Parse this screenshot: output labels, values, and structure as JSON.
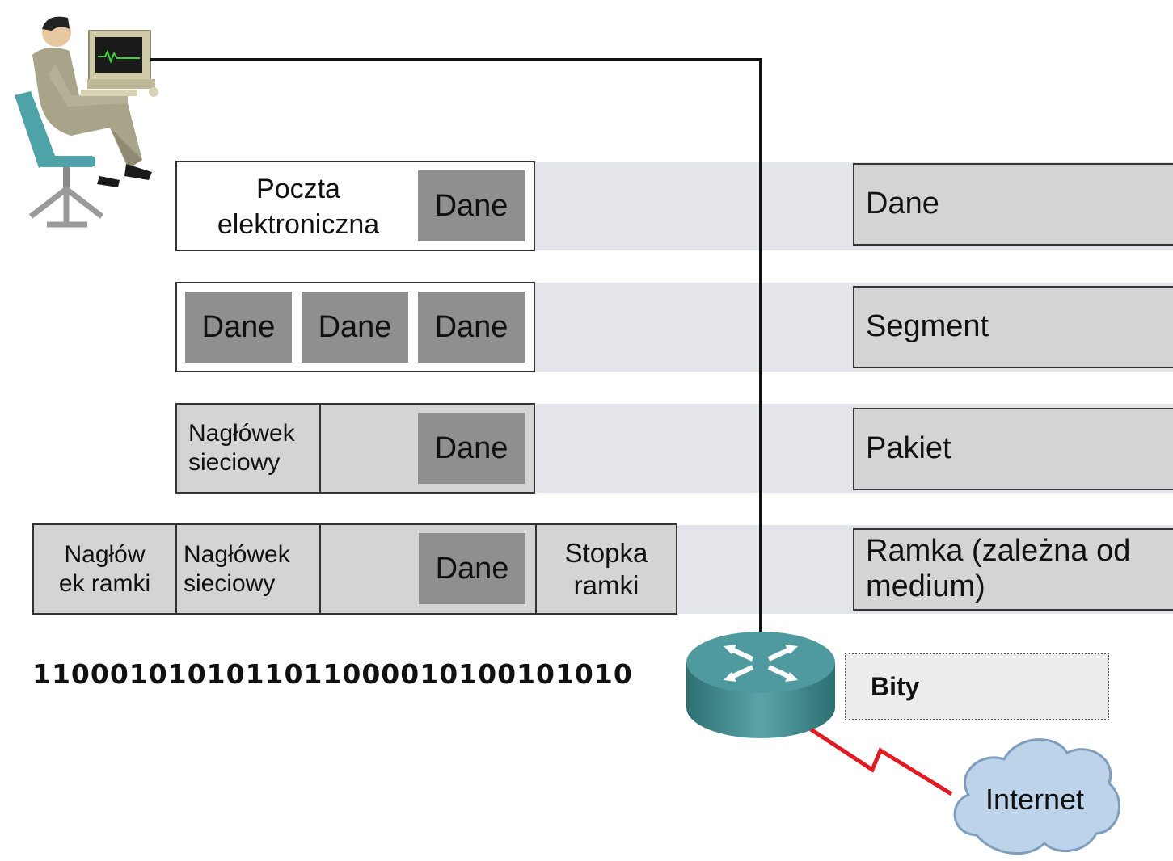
{
  "application_layer": {
    "email_label": "Poczta elektroniczna",
    "data_label": "Dane"
  },
  "transport_layer": {
    "data_labels": [
      "Dane",
      "Dane",
      "Dane"
    ]
  },
  "network_layer": {
    "network_header": "Nagłówek sieciowy",
    "data_label": "Dane"
  },
  "datalink_layer": {
    "frame_header": "Nagłów ek ramki",
    "network_header": "Nagłówek sieciowy",
    "data_label": "Dane",
    "frame_trailer": "Stopka ramki"
  },
  "bits_stream": "1100010101011011000010100101010",
  "pdu_labels": {
    "data": "Dane",
    "segment": "Segment",
    "packet": "Pakiet",
    "frame": "Ramka (zależna od medium)",
    "bits": "Bity"
  },
  "cloud_label": "Internet",
  "colors": {
    "band": "#e4e5ea",
    "box_gray": "#d4d4d4",
    "data_dark": "#8f8f8f",
    "router": "#3f8a8e",
    "wan_link": "#e01b24",
    "cloud": "#bcd3ea"
  },
  "icons": [
    "user-at-computer-icon",
    "router-icon",
    "internet-cloud-icon"
  ]
}
